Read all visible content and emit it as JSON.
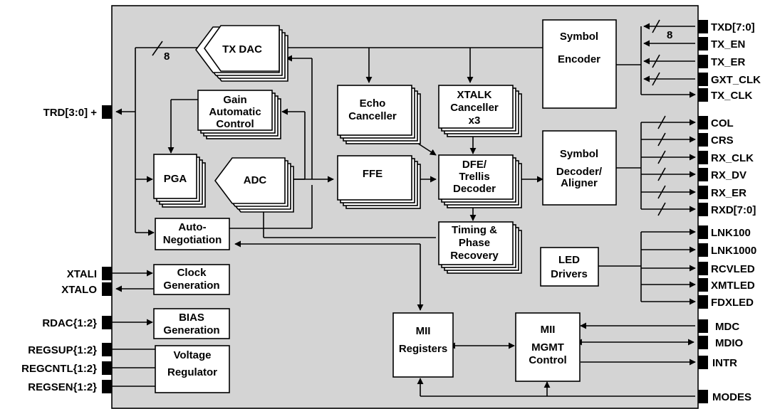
{
  "blocks": {
    "tx_dac": "TX DAC",
    "symbol_encoder": [
      "Symbol",
      "Encoder"
    ],
    "gain_control": [
      "Gain",
      "Automatic",
      "Control"
    ],
    "echo_canceller": [
      "Echo",
      "Canceller"
    ],
    "xtalk_canceller": [
      "XTALK",
      "Canceller",
      "x3"
    ],
    "pga": "PGA",
    "adc": "ADC",
    "ffe": "FFE",
    "dfe_decoder": [
      "DFE/",
      "Trellis",
      "Decoder"
    ],
    "symbol_decoder": [
      "Symbol",
      "Decoder/",
      "Aligner"
    ],
    "auto_negotiation": [
      "Auto-",
      "Negotiation"
    ],
    "timing_recovery": [
      "Timing &",
      "Phase",
      "Recovery"
    ],
    "led_drivers": [
      "LED",
      "Drivers"
    ],
    "clock_generation": [
      "Clock",
      "Generation"
    ],
    "bias_generation": [
      "BIAS",
      "Generation"
    ],
    "voltage_regulator": [
      "Voltage",
      "Regulator"
    ],
    "mii_registers": [
      "MII",
      "Registers"
    ],
    "mii_mgmt": [
      "MII",
      "MGMT",
      "Control"
    ]
  },
  "bus_widths": {
    "tx_dac_bus": "8",
    "txd_bus": "8"
  },
  "pins_left": {
    "trd": "TRD[3:0] +",
    "xtali": "XTALI",
    "xtalo": "XTALO",
    "rdac": "RDAC{1:2}",
    "regsup": "REGSUP{1:2}",
    "regcntl": "REGCNTL{1:2}",
    "regsen": "REGSEN{1:2}"
  },
  "pins_right": {
    "txd": "TXD[7:0]",
    "tx_en": "TX_EN",
    "tx_er": "TX_ER",
    "gxt_clk": "GXT_CLK",
    "tx_clk": "TX_CLK",
    "col": "COL",
    "crs": "CRS",
    "rx_clk": "RX_CLK",
    "rx_dv": "RX_DV",
    "rx_er": "RX_ER",
    "rxd": "RXD[7:0]",
    "lnk100": "LNK100",
    "lnk1000": "LNK1000",
    "rcvled": "RCVLED",
    "xmtled": "XMTLED",
    "fdxled": "FDXLED",
    "mdc": "MDC",
    "mdio": "MDIO",
    "intr": "INTR",
    "modes": "MODES"
  },
  "colors": {
    "chip_fill": "#d4d4d4",
    "block_fill": "#ffffff",
    "line": "#000000"
  }
}
